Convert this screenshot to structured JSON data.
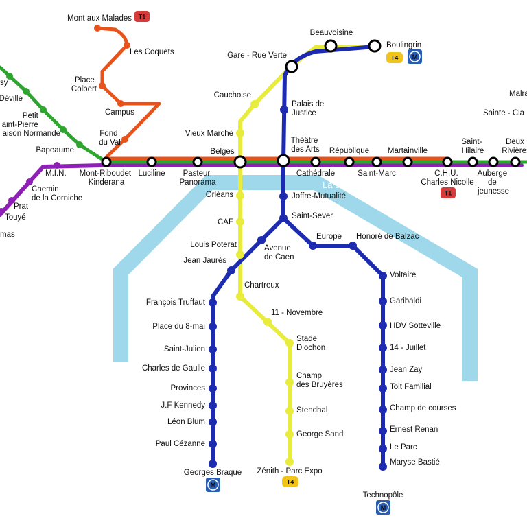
{
  "colors": {
    "river": "#9ed8ea",
    "metro": "#1c2bb0",
    "t1": "#e8521b",
    "t2": "#2ea52e",
    "t3": "#8e20b5",
    "t4": "#e8ec3c",
    "t1_badge": "#d63a3a",
    "t4_badge": "#f0c419",
    "metro_badge": "#2a5db0"
  },
  "river": {
    "name": "La seine"
  },
  "badges": {
    "t1": "T1",
    "t4": "T4",
    "metro": "M"
  },
  "lines": [
    {
      "id": "metro",
      "color_key": "metro"
    },
    {
      "id": "t1",
      "color_key": "t1"
    },
    {
      "id": "t2",
      "color_key": "t2"
    },
    {
      "id": "t3",
      "color_key": "t3"
    },
    {
      "id": "t4",
      "color_key": "t4"
    }
  ],
  "stations": {
    "mont_aux_malades": "Mont aux Malades",
    "les_coquets": "Les Coquets",
    "place_colbert": [
      "Place",
      "Colbert"
    ],
    "campus": "Campus",
    "fond_du_val": [
      "Fond",
      "du Val"
    ],
    "mont_riboudet": [
      "Mont-Riboudet",
      "Kinderana"
    ],
    "luciline": "Luciline",
    "pasteur_panorama": [
      "Pasteur",
      "Panorama"
    ],
    "belges": "Belges",
    "theatre_des_arts": [
      "Théâtre",
      "des Arts"
    ],
    "republique": "République",
    "cathedrale": "Cathédrale",
    "martainville": "Martainville",
    "saint_marc": "Saint-Marc",
    "chu": [
      "C.H.U.",
      "Charles Nicolle"
    ],
    "saint_hilaire": [
      "Saint-",
      "Hilaire"
    ],
    "auberge_jeunesse": [
      "Auberge",
      "de",
      "jeunesse"
    ],
    "deux_rivieres": [
      "Deux",
      "Rivières"
    ],
    "malra": "Malra",
    "sainte_claire": "Sainte - Cla",
    "beauvoisine": "Beauvoisine",
    "boulingrin": "Boulingrin",
    "gare_rue_verte": "Gare - Rue Verte",
    "cauchoise": "Cauchoise",
    "palais_de_justice": [
      "Palais de",
      "Justice"
    ],
    "vieux_marche": "Vieux Marché",
    "orleans": "Orléans",
    "joffre_mutualite": "Joffre-Mutualité",
    "caf": "CAF",
    "saint_sever": "Saint-Sever",
    "louis_poterat": "Louis Poterat",
    "avenue_de_caen": [
      "Avenue",
      "de Caen"
    ],
    "jean_jaures": "Jean Jaurès",
    "europe": "Europe",
    "honore_de_balzac": "Honoré de Balzac",
    "voltaire": "Voltaire",
    "chartreux": "Chartreux",
    "francois_truffaut": "François Truffaut",
    "onze_novembre": "11 - Novembre",
    "garibaldi": "Garibaldi",
    "place_du_8_mai": "Place du 8-mai",
    "hdv_sotteville": "HDV Sotteville",
    "stade_diochon": [
      "Stade",
      "Diochon"
    ],
    "saint_julien": "Saint-Julien",
    "quatorze_juillet": "14 - Juillet",
    "charles_de_gaulle": "Charles de Gaulle",
    "jean_zay": "Jean Zay",
    "champ_des_bruyeres": [
      "Champ",
      "des Bruyères"
    ],
    "provinces": "Provinces",
    "toit_familial": "Toit Familial",
    "jf_kennedy": "J.F Kennedy",
    "stendhal": "Stendhal",
    "champ_de_courses": "Champ de courses",
    "leon_blum": "Léon Blum",
    "ernest_renan": "Ernest Renan",
    "george_sand": "George Sand",
    "paul_cezanne": "Paul Cézanne",
    "le_parc": "Le Parc",
    "maryse_bastie": "Maryse Bastié",
    "georges_braque": "Georges Braque",
    "zenith_parc_expo": "Zénith - Parc Expo",
    "technopole": "Technopôle",
    "min": "M.I.N.",
    "chemin_corniche": [
      "Chemin",
      "de la Corniche"
    ],
    "prat": "Prat",
    "touye": "Touyé",
    "mas": "mas",
    "bapeaume": "Bapeaume",
    "maison_normande": [
      "Petit",
      "aint-Pierre",
      "aison Normande"
    ],
    "deville": "Déville",
    "sy": "sy"
  }
}
